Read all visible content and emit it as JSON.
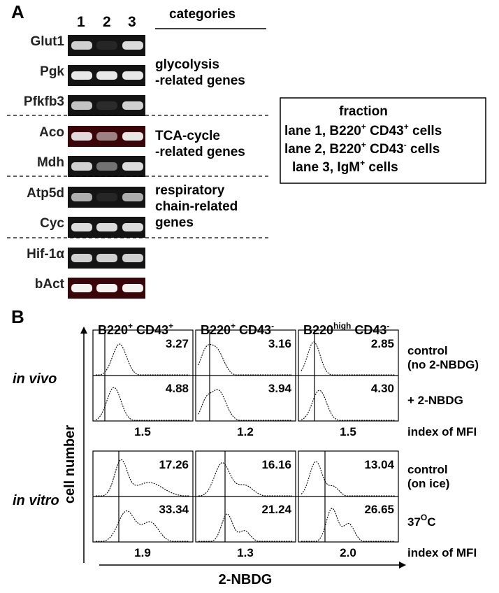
{
  "panel_a": {
    "letter": "A",
    "lanes": [
      "1",
      "2",
      "3"
    ],
    "categories_header": "categories",
    "genes": [
      {
        "name": "Glut1",
        "bands": [
          0.8,
          0.08,
          0.85
        ],
        "style": "dark"
      },
      {
        "name": "Pgk",
        "bands": [
          0.9,
          0.9,
          0.9
        ],
        "style": "dark"
      },
      {
        "name": "Pfkfb3",
        "bands": [
          0.75,
          0.1,
          0.8
        ],
        "style": "dark"
      },
      {
        "name": "Aco",
        "bands": [
          0.85,
          0.5,
          0.9
        ],
        "style": "red"
      },
      {
        "name": "Mdh",
        "bands": [
          0.8,
          0.4,
          0.85
        ],
        "style": "dark"
      },
      {
        "name": "Atp5d",
        "bands": [
          0.65,
          0.08,
          0.65
        ],
        "style": "dark"
      },
      {
        "name": "Cyc",
        "bands": [
          0.85,
          0.85,
          0.85
        ],
        "style": "dark"
      },
      {
        "name": "Hif-1α",
        "bands": [
          0.8,
          0.8,
          0.8
        ],
        "style": "dark"
      },
      {
        "name": "bAct",
        "bands": [
          0.95,
          0.95,
          0.95
        ],
        "style": "red"
      }
    ],
    "category_labels": {
      "glycolysis": [
        "glycolysis",
        "-related genes"
      ],
      "tca": [
        "TCA-cycle",
        "-related genes"
      ],
      "respiratory": [
        "respiratory",
        "chain-related",
        "genes"
      ]
    },
    "legend": {
      "title": "fraction",
      "lines": [
        {
          "pre": "lane 1, B220",
          "s1": "+",
          "mid": " CD43",
          "s2": "+",
          "post": " cells"
        },
        {
          "pre": "lane 2, B220",
          "s1": "+",
          "mid": " CD43",
          "s2": "-",
          "post": " cells"
        },
        {
          "pre": "lane 3, IgM",
          "s1": "+",
          "mid": "",
          "s2": "",
          "post": " cells"
        }
      ]
    }
  },
  "panel_b": {
    "letter": "B",
    "columns": [
      {
        "a": "B220",
        "a_sup": "+",
        "b": " CD43",
        "b_sup": "+"
      },
      {
        "a": "B220",
        "a_sup": "+",
        "b": " CD43",
        "b_sup": "-"
      },
      {
        "a": "B220",
        "a_sup": "high",
        "b": " CD43",
        "b_sup": "-"
      }
    ],
    "in_vivo": {
      "label": "in vivo",
      "control_values": [
        "3.27",
        "3.16",
        "2.85"
      ],
      "nbdg_values": [
        "4.88",
        "3.94",
        "4.30"
      ],
      "control_label": [
        "control",
        "(no 2-NBDG)"
      ],
      "nbdg_label": "+ 2-NBDG",
      "mfi_index": [
        "1.5",
        "1.2",
        "1.5"
      ],
      "mfi_label": "index of MFI"
    },
    "in_vitro": {
      "label": "in vitro",
      "control_values": [
        "17.26",
        "16.16",
        "13.04"
      ],
      "warm_values": [
        "33.34",
        "21.24",
        "26.65"
      ],
      "control_label": [
        "control",
        "(on ice)"
      ],
      "warm_label_base": "37",
      "warm_label_sup": "O",
      "warm_label_end": "C",
      "mfi_index": [
        "1.9",
        "1.3",
        "2.0"
      ],
      "mfi_label": "index of MFI"
    },
    "y_axis_label": "cell number",
    "x_axis_label": "2-NBDG"
  }
}
